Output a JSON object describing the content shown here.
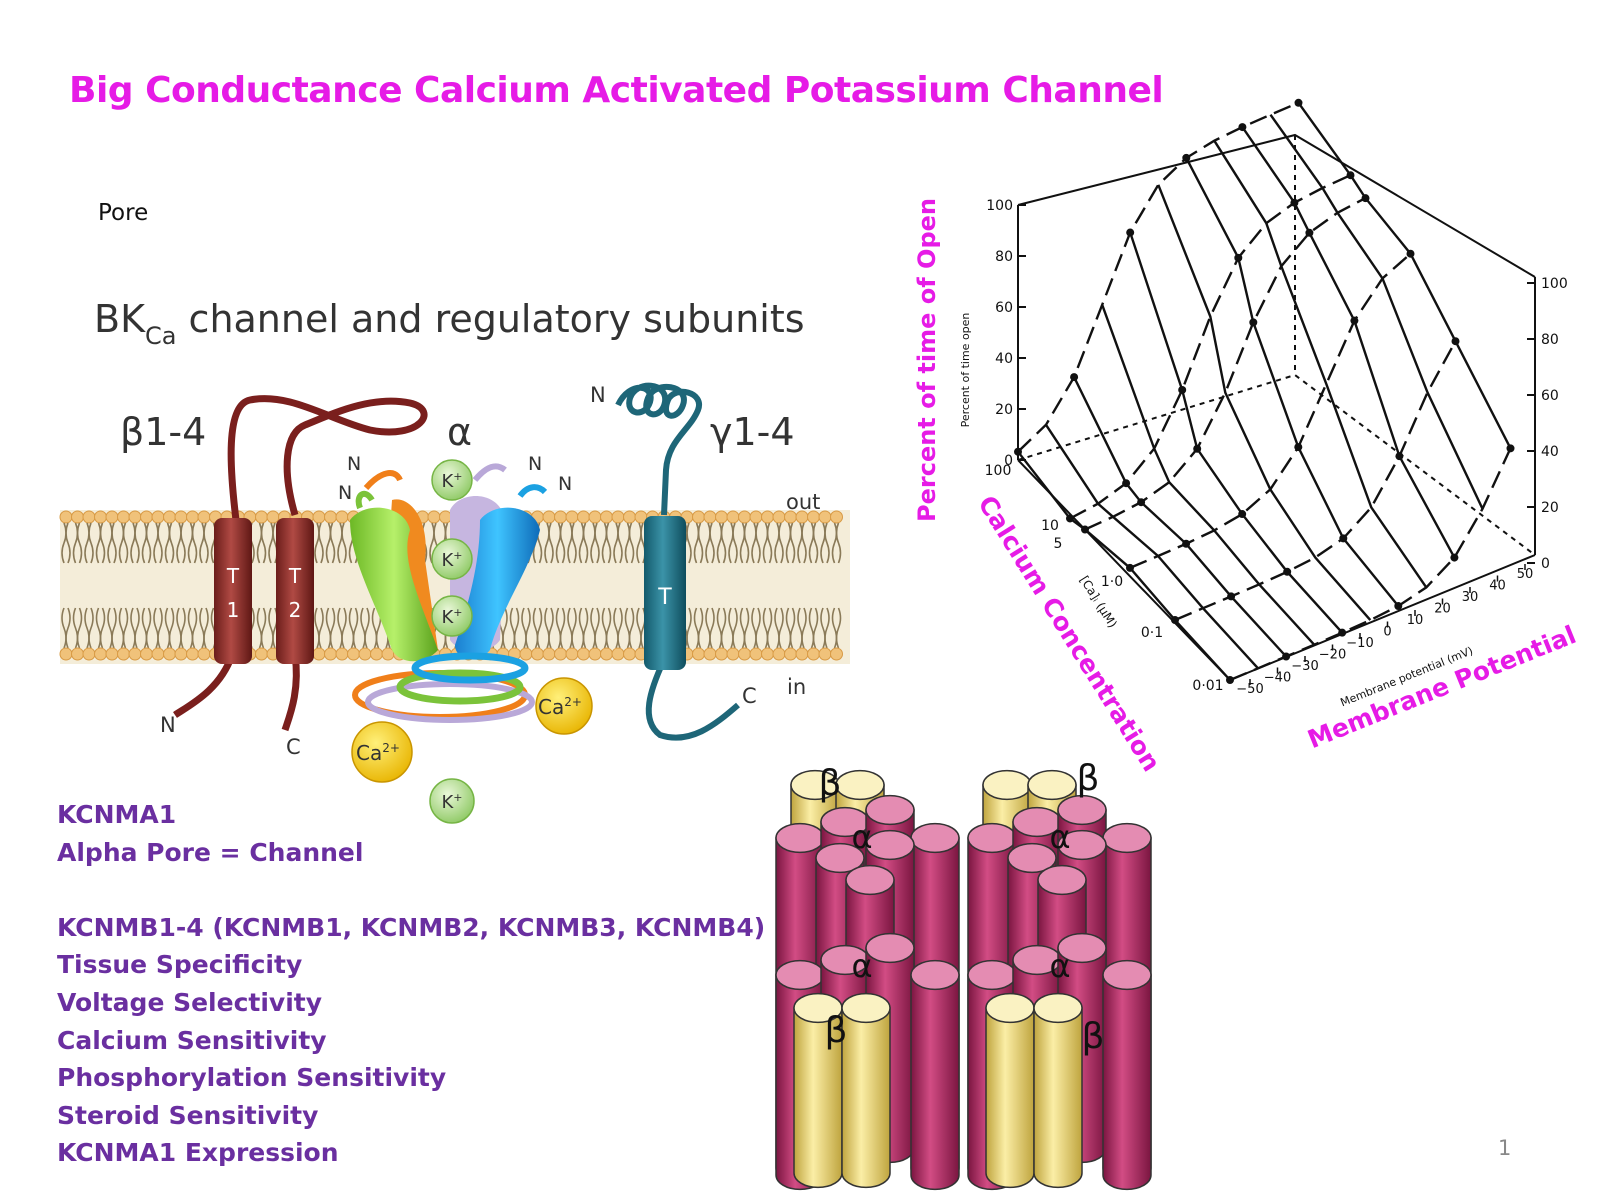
{
  "slide": {
    "title": "Big Conductance Calcium Activated Potassium Channel",
    "pore_label": "Pore",
    "page_number": "1"
  },
  "diagram": {
    "heading_prefix": "BK",
    "heading_sub": "Ca",
    "heading_rest": " channel and regulatory subunits",
    "beta_label": "β1-4",
    "alpha_label": "α",
    "gamma_label": "γ1-4",
    "out_label": "out",
    "in_label": "in",
    "t1_top": "T",
    "t1_bottom": "1",
    "t2_top": "T",
    "t2_bottom": "2",
    "t_gamma": "T",
    "n_label": "N",
    "c_label": "C",
    "k_ion": "K",
    "k_charge": "+",
    "ca_ion": "Ca",
    "ca_charge": "2+"
  },
  "plot3d": {
    "vertical_title": "Percent of time of Open",
    "vertical_axis_label": "Percent of time open",
    "calcium_title": "Calcium Concentration",
    "calcium_axis_label": "[Ca]ᵢ (µM)",
    "membrane_title": "Membrane Potential",
    "membrane_axis_label": "Membrane potential (mV)",
    "left_ticks": [
      "100",
      "80",
      "60",
      "40",
      "20",
      "0"
    ],
    "right_ticks": [
      "100",
      "80",
      "60",
      "40",
      "20",
      "0"
    ],
    "calcium_ticks": [
      "100",
      "10",
      "5",
      "1·0",
      "0·1",
      "0·01"
    ],
    "mv_ticks": [
      "−50",
      "−40",
      "−30",
      "−20",
      "−10",
      "0",
      "10",
      "20",
      "30",
      "40",
      "50"
    ],
    "colors": {
      "title": "#e61be6",
      "ink": "#111111"
    }
  },
  "cylinders": {
    "alpha_label": "α",
    "beta_label": "β",
    "colors": {
      "alpha": "#c2376f",
      "alpha_top": "#e48cb2",
      "beta": "#f1e08a",
      "beta_top": "#faf2c2"
    }
  },
  "notes": {
    "lines": [
      "KCNMA1",
      "Alpha Pore = Channel",
      "",
      "KCNMB1-4 (KCNMB1, KCNMB2, KCNMB3, KCNMB4)",
      "Tissue Specificity",
      "Voltage Selectivity",
      "Calcium Sensitivity",
      "Phosphorylation Sensitivity",
      "Steroid Sensitivity",
      "KCNMA1 Expression"
    ]
  }
}
